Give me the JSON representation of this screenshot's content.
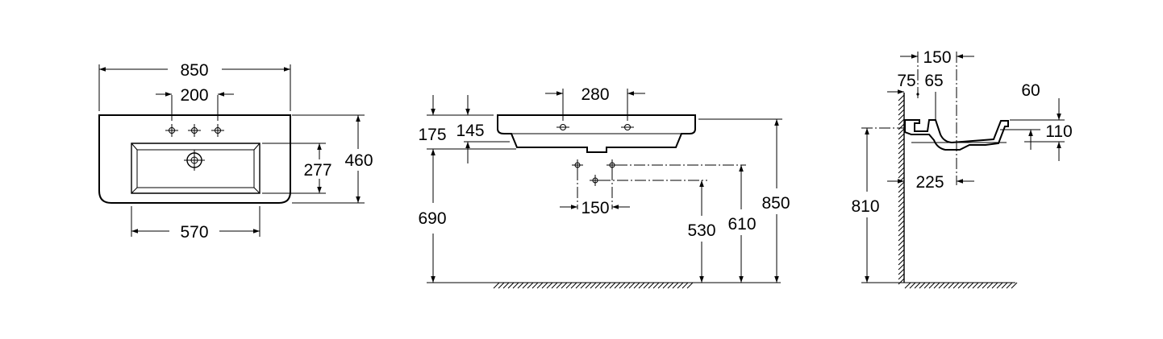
{
  "front_view": {
    "overall_width": "850",
    "tap_spacing": "200",
    "overall_depth": "460",
    "bowl_depth": "277",
    "bowl_width": "570"
  },
  "side_view": {
    "tap_spacing": "280",
    "height_175": "175",
    "height_145": "145",
    "rim_to_floor_pipe": "690",
    "waste_spacing": "150",
    "height_530": "530",
    "height_610": "610",
    "rim_height": "850"
  },
  "section_view": {
    "offset_150": "150",
    "offset_75": "75",
    "offset_65": "65",
    "rim_60": "60",
    "bowl_110": "110",
    "waste_225": "225",
    "height_810": "810"
  }
}
